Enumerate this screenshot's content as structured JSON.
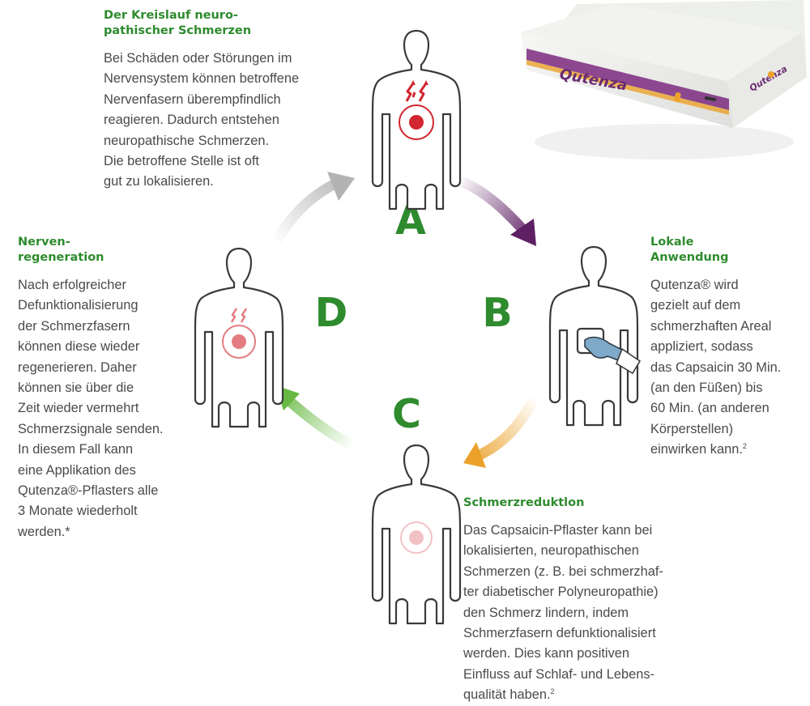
{
  "colors": {
    "heading": "#2e8b2e",
    "letter": "#2e8b2e",
    "text": "#4a4a4a",
    "figure_outline": "#3a3a3a",
    "pain_red": "#d22630",
    "arrow_gray": "#b3b3b3",
    "arrow_purple": "#5e1f63",
    "arrow_orange": "#eba12a",
    "arrow_green": "#68b944",
    "glove_blue": "#7fa9c9"
  },
  "icons": {
    "figure": "human-figure-icon",
    "pain": "pain-burst-icon",
    "hand": "gloved-hand-icon",
    "patch": "patch-icon",
    "product": "product-box-image"
  },
  "stages": {
    "A": {
      "letter": "A",
      "pain_level": 1.0
    },
    "B": {
      "letter": "B"
    },
    "C": {
      "letter": "C",
      "pain_level": 0.25
    },
    "D": {
      "letter": "D",
      "pain_level": 0.6
    }
  },
  "product": {
    "logo": "Qutenza"
  },
  "sections": {
    "kreislauf": {
      "title": [
        "Der Kreislauf neuro-",
        "pathischer Schmerzen"
      ],
      "lines": [
        "Bei Schäden oder Störungen im",
        "Nervensystem können betroffene",
        "Nervenfasern überempfindlich",
        "reagieren. Dadurch entstehen",
        "neuropathische Schmerzen.",
        "Die betroffene Stelle ist oft",
        "gut zu lokalisieren."
      ]
    },
    "anwendung": {
      "title": [
        "Lokale",
        "Anwendung"
      ],
      "lines": [
        "Qutenza® wird",
        "gezielt auf dem",
        "schmerzhaften Areal",
        "appliziert, sodass",
        "das Capsaicin 30 Min.",
        "(an den Füßen) bis",
        "60 Min. (an anderen",
        "Körperstellen)",
        "einwirken kann."
      ],
      "footnote": "2"
    },
    "regeneration": {
      "title": [
        "Nerven-",
        "regeneration"
      ],
      "lines": [
        "Nach erfolgreicher",
        "Defunktionalisierung",
        "der Schmerzfasern",
        "können diese wieder",
        "regenerieren. Daher",
        "können sie über die",
        "Zeit wieder vermehrt",
        "Schmerzsignale senden.",
        "In diesem Fall kann",
        "eine Applikation des",
        "Qutenza®-Pflasters alle",
        "3 Monate wiederholt",
        "werden.*"
      ]
    },
    "reduktion": {
      "title": [
        "Schmerzreduktlon"
      ],
      "lines": [
        "Das Capsaicin-Pflaster kann bei",
        "lokalisierten, neuropathischen",
        "Schmerzen (z. B. bei schmerzhaf-",
        "ter diabetischer Polyneuropathie)",
        "den Schmerz lindern, indem",
        "Schmerzfasern defunktionalisiert",
        "werden. Dies kann positiven",
        "Einfluss auf Schlaf- und Lebens-",
        "qualität haben."
      ],
      "footnote": "2"
    }
  }
}
